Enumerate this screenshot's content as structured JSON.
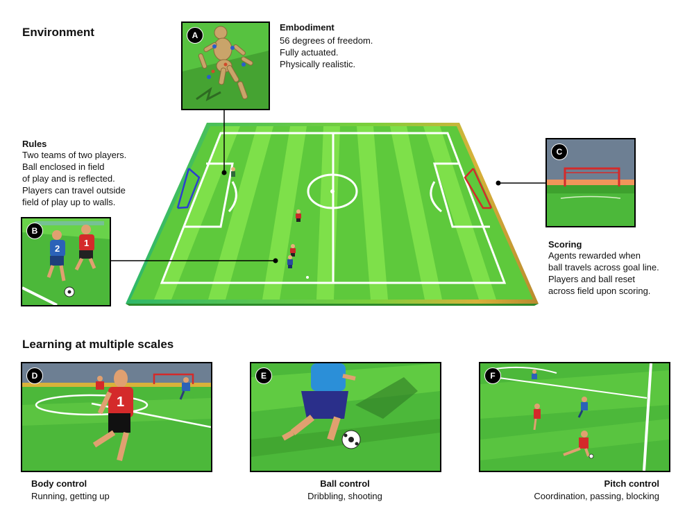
{
  "environment": {
    "title": "Environment"
  },
  "embodiment": {
    "title": "Embodiment",
    "lines": [
      "56 degrees of freedom.",
      "Fully actuated.",
      "Physically realistic."
    ]
  },
  "rules": {
    "title": "Rules",
    "lines": [
      "Two teams of two players.",
      "Ball enclosed in field",
      "of play and is reflected.",
      "Players can travel outside",
      "field of play up to walls."
    ]
  },
  "scoring": {
    "title": "Scoring",
    "lines": [
      "Agents rewarded when",
      "ball travels across goal line.",
      "Players and ball reset",
      "across field upon scoring."
    ]
  },
  "learning": {
    "title": "Learning at multiple scales"
  },
  "panels": {
    "a": "A",
    "b": "B",
    "c": "C",
    "d": "D",
    "e": "E",
    "f": "F"
  },
  "body_control": {
    "title": "Body control",
    "sub": "Running, getting up"
  },
  "ball_control": {
    "title": "Ball control",
    "sub": "Dribbling, shooting"
  },
  "pitch_control": {
    "title": "Pitch control",
    "sub": "Coordination, passing, blocking"
  },
  "jersey_numbers": {
    "blue": "2",
    "red": "1"
  },
  "colors": {
    "pitch_light": "#7ee04a",
    "pitch_dark": "#4fb832",
    "team_red": "#d42a2a",
    "team_blue": "#2b62b8",
    "sky": "#6d7f93"
  }
}
